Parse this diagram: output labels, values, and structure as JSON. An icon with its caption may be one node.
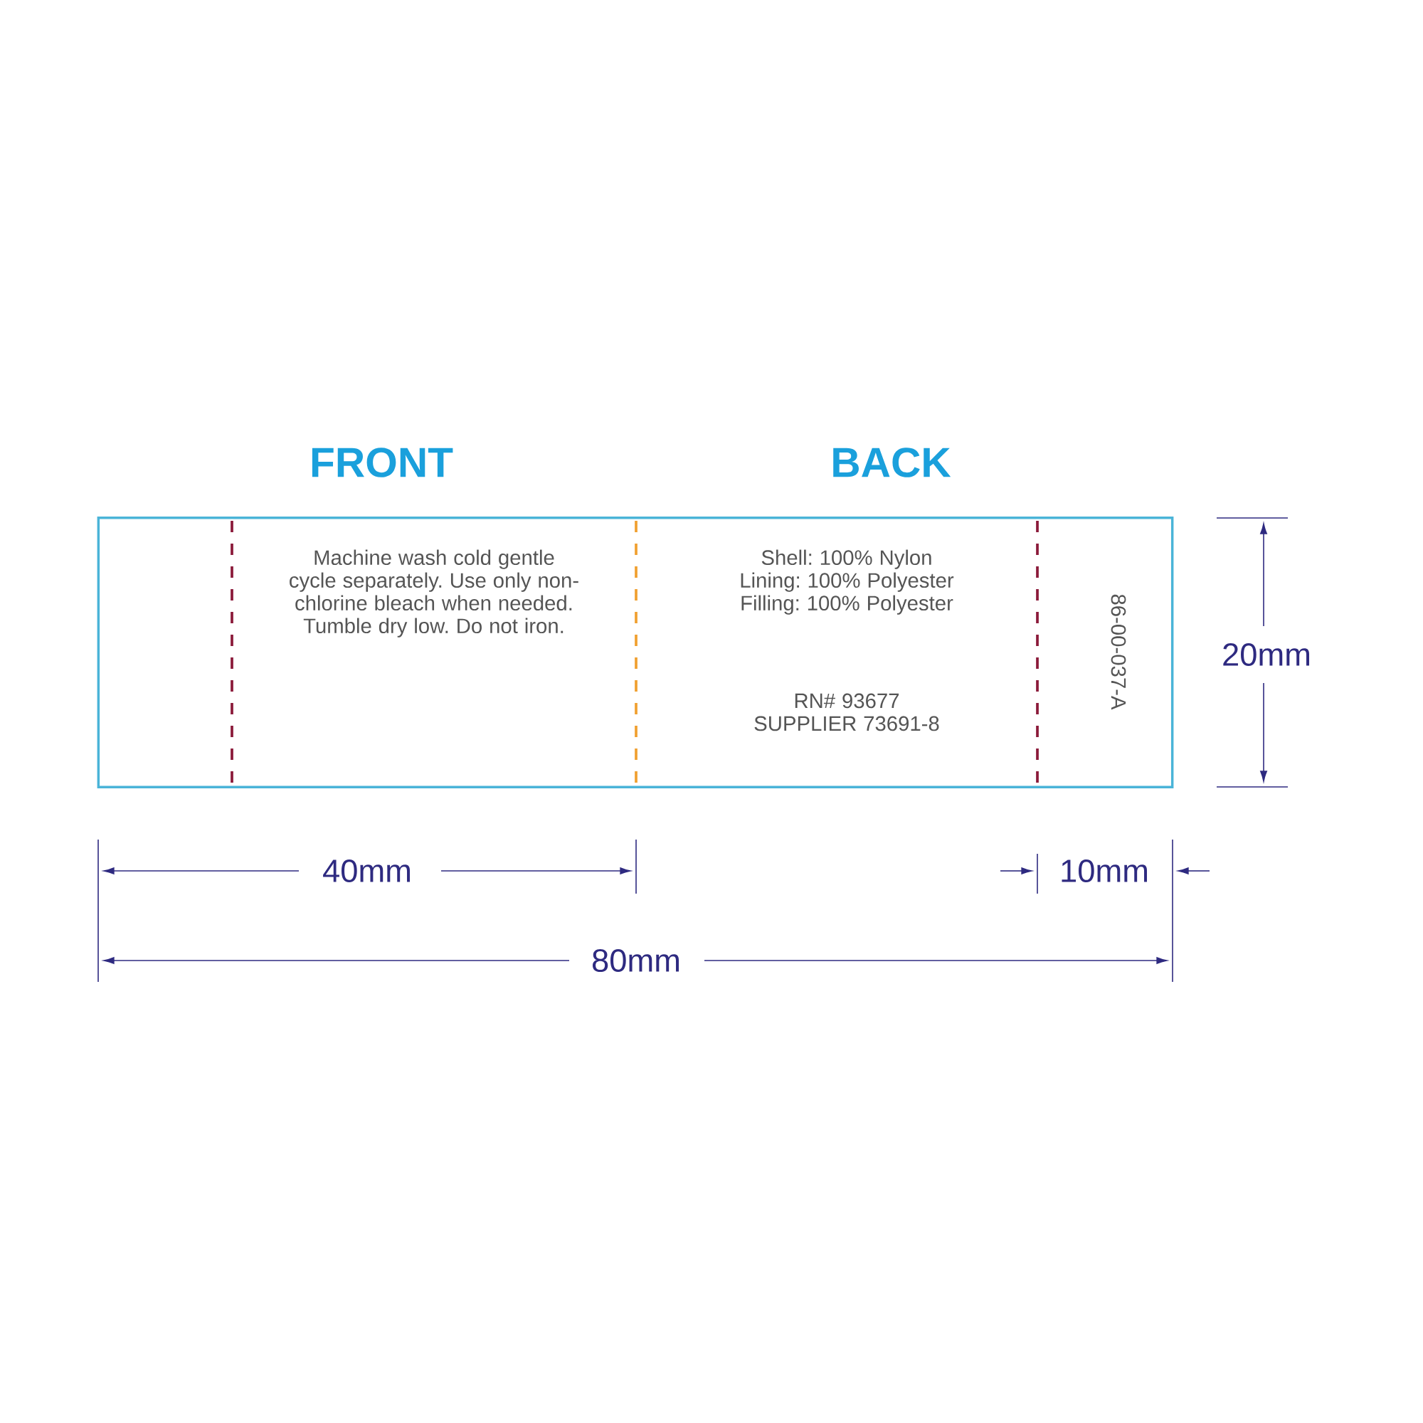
{
  "diagram": {
    "nodes": [
      {
        "text": [
          "Machine wash cold gentle cycle separately. Use only non-chlorine bleach when needed. Tumble dry low. Do not iron.",
          "Shell: 100% Nylon Lining: 100% Polyester Filling: 100% Polyester",
          "RN# 93677 SUPPLIER 73691-8",
          "86-00-037-A"
        ]
      }
    ],
    "labels": [
      "FRONT",
      "BACK",
      "20mm",
      "40mm",
      "10mm",
      "80mm"
    ]
  }
}
